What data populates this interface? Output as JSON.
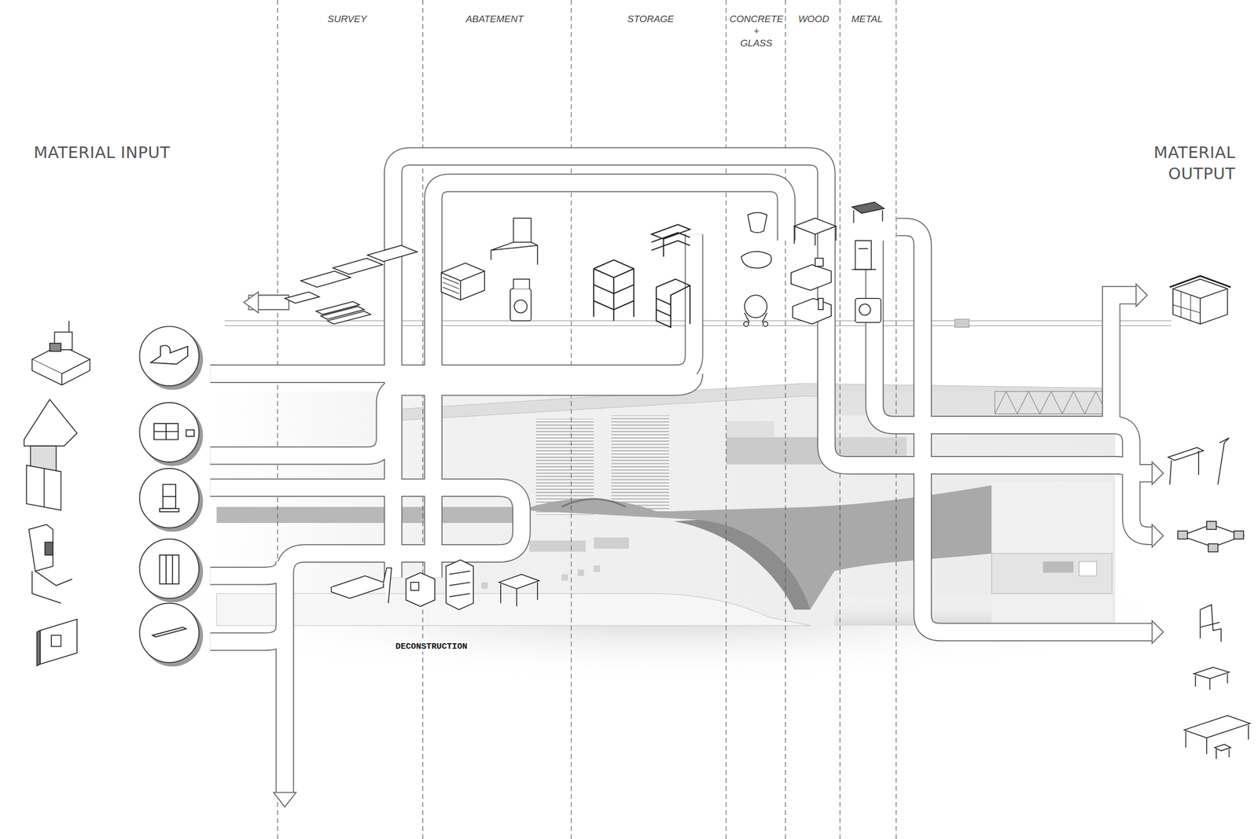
{
  "diagram": {
    "labels": [
      "SURVEY",
      "ABATEMENT",
      "STORAGE",
      "CONCRETE + GLASS",
      "WOOD",
      "METAL",
      "MATERIAL INPUT",
      "MATERIAL OUTPUT",
      "DECONSTRUCTION"
    ]
  }
}
